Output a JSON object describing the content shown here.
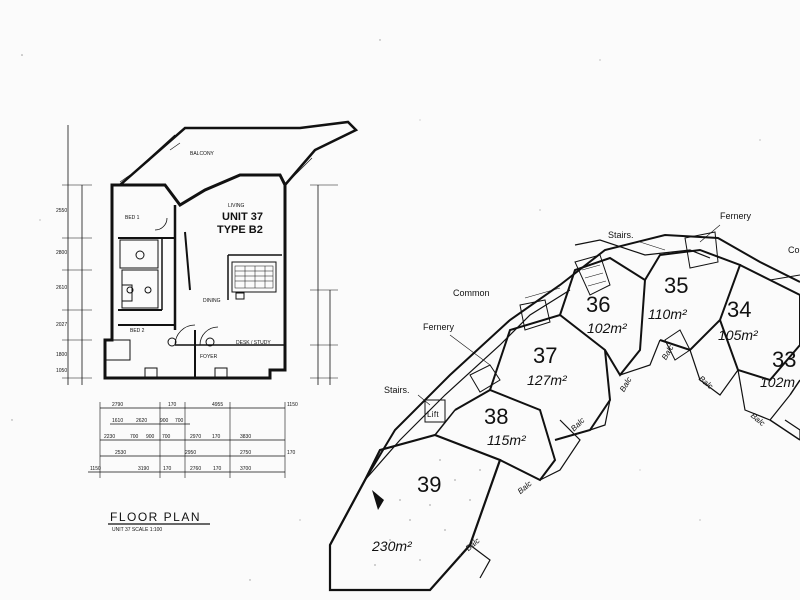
{
  "floor_plan": {
    "title": "FLOOR PLAN",
    "subtitle": "UNIT 37   SCALE 1:100",
    "unit_label": "UNIT 37",
    "type_label": "TYPE B2",
    "rooms": {
      "balcony": "BALCONY",
      "living": "LIVING",
      "bed1": "BED 1",
      "bed2": "BED 2",
      "dining": "DINING",
      "study": "DESK / STUDY",
      "foyer": "FOYER"
    },
    "dims_top": [
      "2790",
      "170",
      "4955",
      "1150"
    ],
    "dims_row2": [
      "1610",
      "2620",
      "900",
      "700"
    ],
    "dims_row3": [
      "2230",
      "700",
      "900",
      "700",
      "2970",
      "170",
      "3830"
    ],
    "dims_row4": [
      "2530",
      "2950",
      "2750",
      "170"
    ],
    "dims_row5": [
      "1150",
      "3190",
      "170",
      "2760",
      "170",
      "3700"
    ],
    "dims_left": [
      "2550",
      "2800",
      "2610",
      "2027",
      "1800",
      "1050"
    ]
  },
  "site_plan": {
    "units": [
      {
        "number": "39",
        "area": "230m²"
      },
      {
        "number": "38",
        "area": "115m²"
      },
      {
        "number": "37",
        "area": "127m²"
      },
      {
        "number": "36",
        "area": "102m²"
      },
      {
        "number": "35",
        "area": "110m²"
      },
      {
        "number": "34",
        "area": "105m²"
      },
      {
        "number": "33",
        "area": "102m"
      }
    ],
    "labels": {
      "stairs_left": "Stairs.",
      "lift": "Lift",
      "fernery_left": "Fernery",
      "common": "Common",
      "stairs_top": "Stairs.",
      "fernery_top": "Fernery",
      "co": "Co",
      "balc": "Balc"
    }
  }
}
